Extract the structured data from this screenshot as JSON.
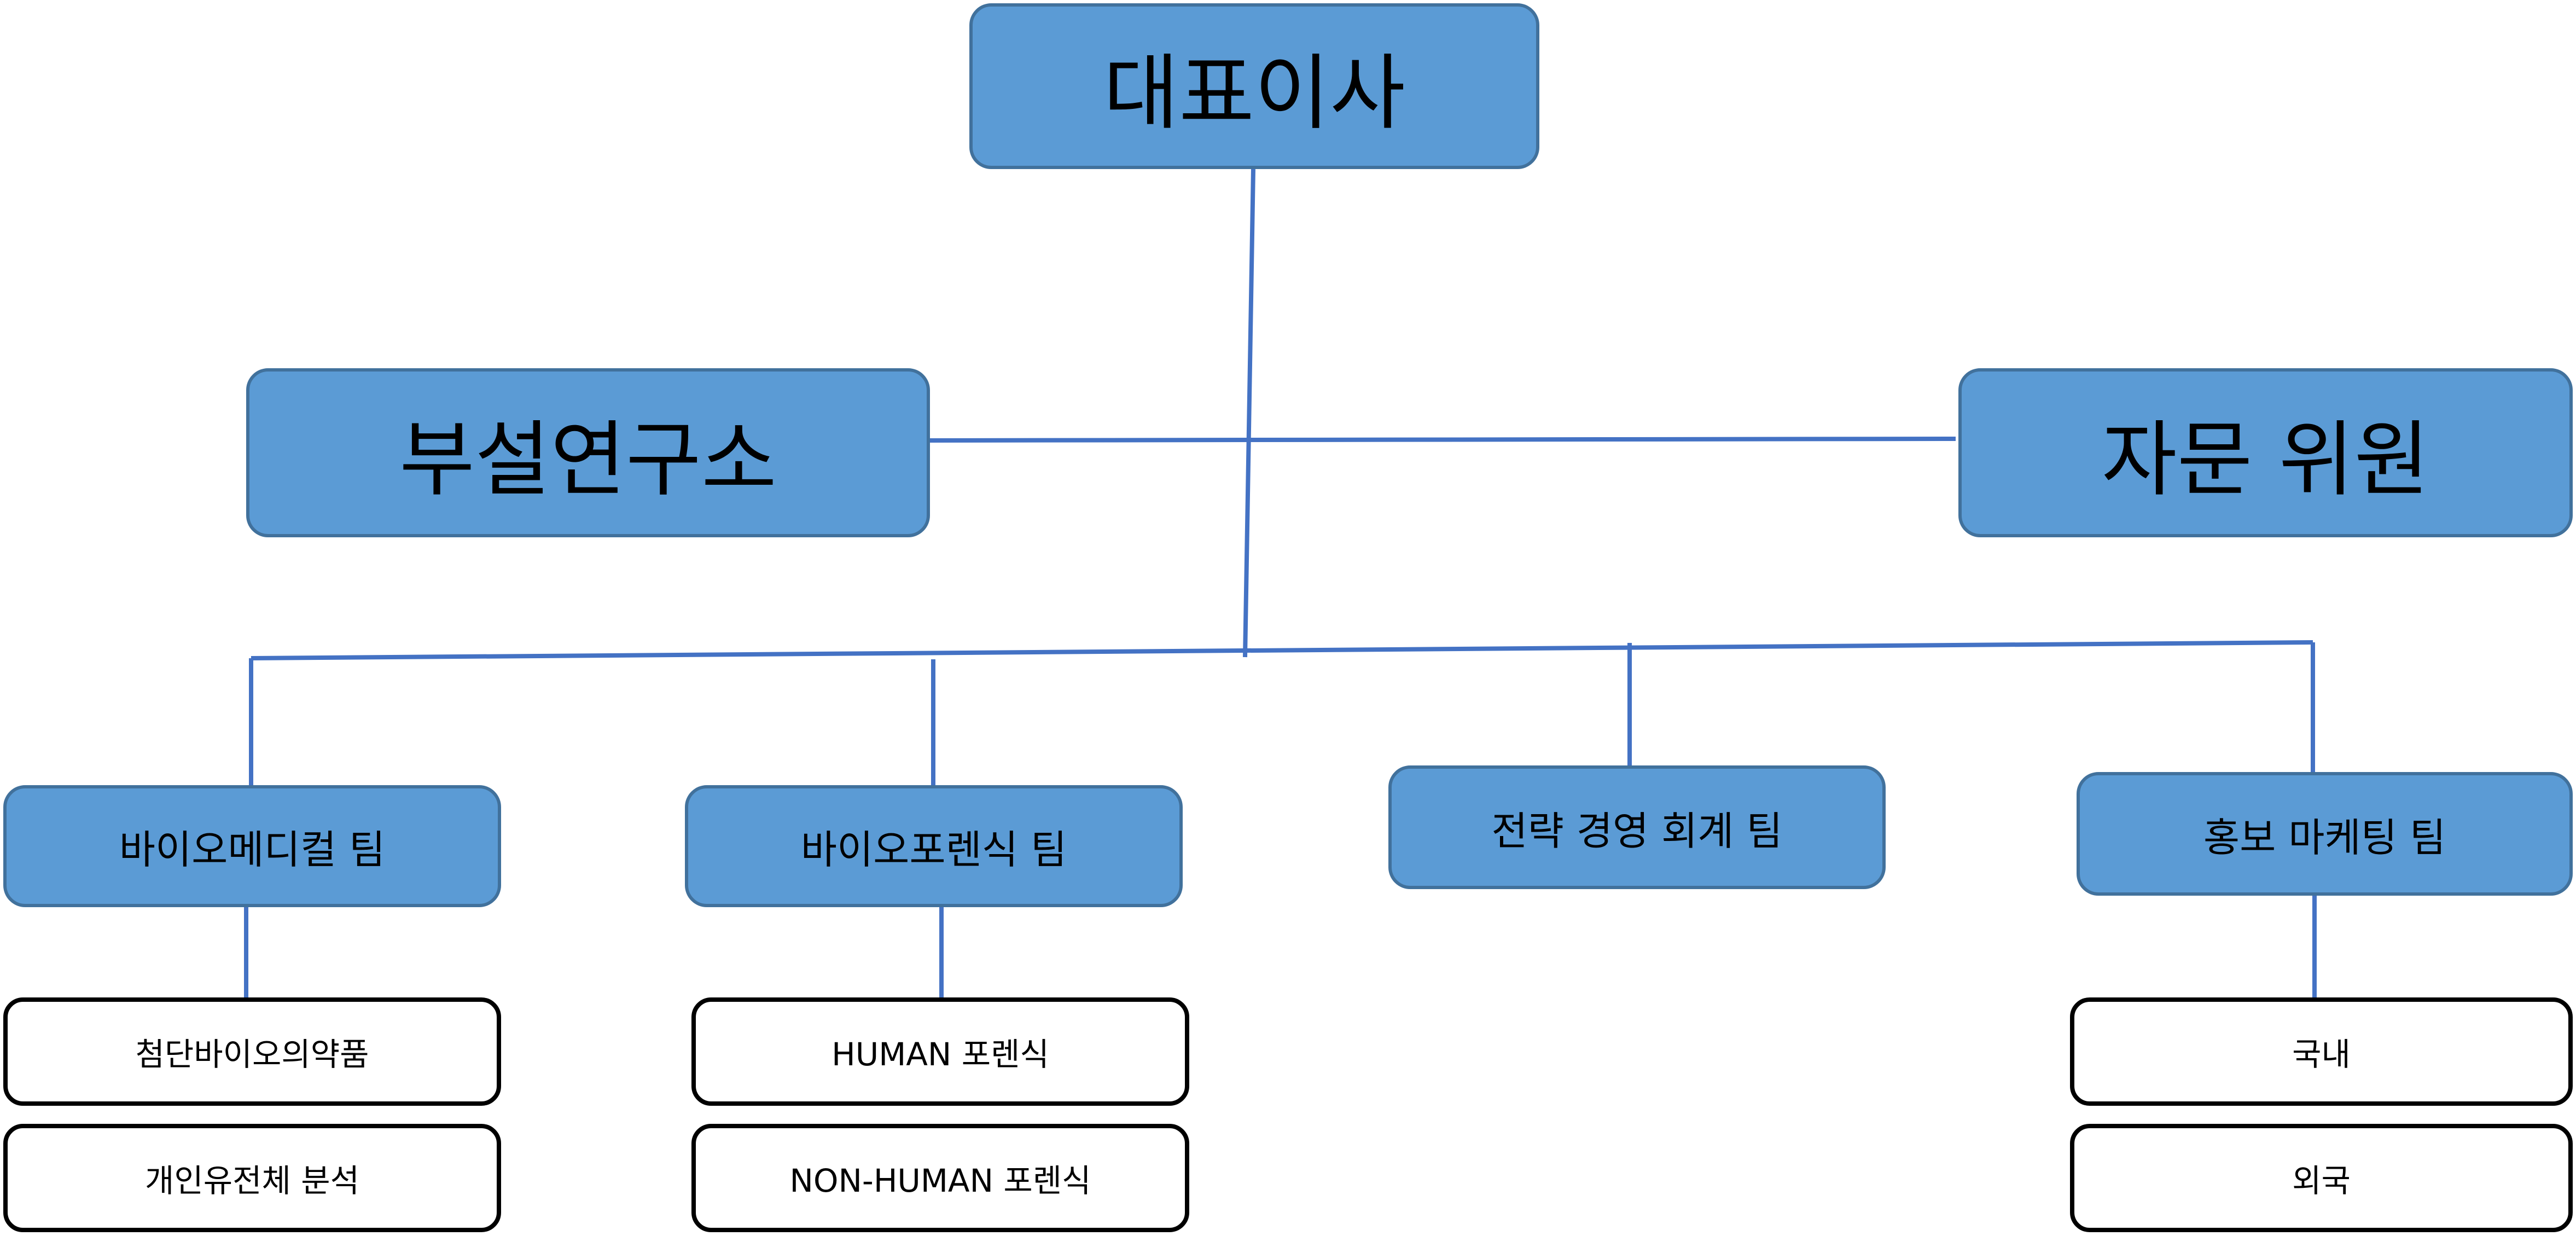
{
  "colors": {
    "box_fill": "#5b9bd5",
    "box_border": "#41719c",
    "connector": "#4472c4"
  },
  "ceo": "대표이사",
  "research_lab": "부설연구소",
  "advisory": "자문 위원",
  "teams": [
    {
      "label": "바이오메디컬 팀",
      "subs": [
        "첨단바이오의약품",
        "개인유전체 분석"
      ]
    },
    {
      "label": "바이오포렌식 팀",
      "subs": [
        "HUMAN 포렌식",
        "NON-HUMAN 포렌식"
      ]
    },
    {
      "label": "전략 경영 회계 팀",
      "subs": []
    },
    {
      "label": "홍보 마케팅 팀",
      "subs": [
        "국내",
        "외국"
      ]
    }
  ]
}
